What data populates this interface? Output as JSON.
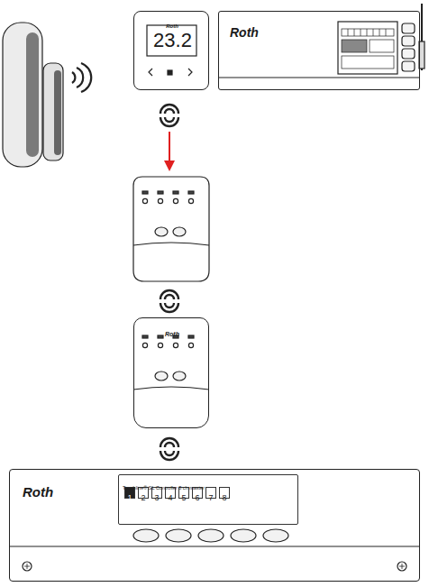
{
  "diagram": {
    "nodes": [
      {
        "text": [
          "Roth",
          "23.2"
        ]
      },
      {
        "text": [
          "Roth"
        ]
      },
      {
        "text": [
          "Roth"
        ]
      },
      {
        "text": [
          "Roth"
        ]
      },
      {
        "text": [
          "Touchline® SL Controller 8 ch master"
        ],
        "in": 3
      }
    ],
    "labels": [
      "1",
      "2",
      "3",
      "4",
      "5",
      "6",
      "7",
      "8"
    ]
  }
}
